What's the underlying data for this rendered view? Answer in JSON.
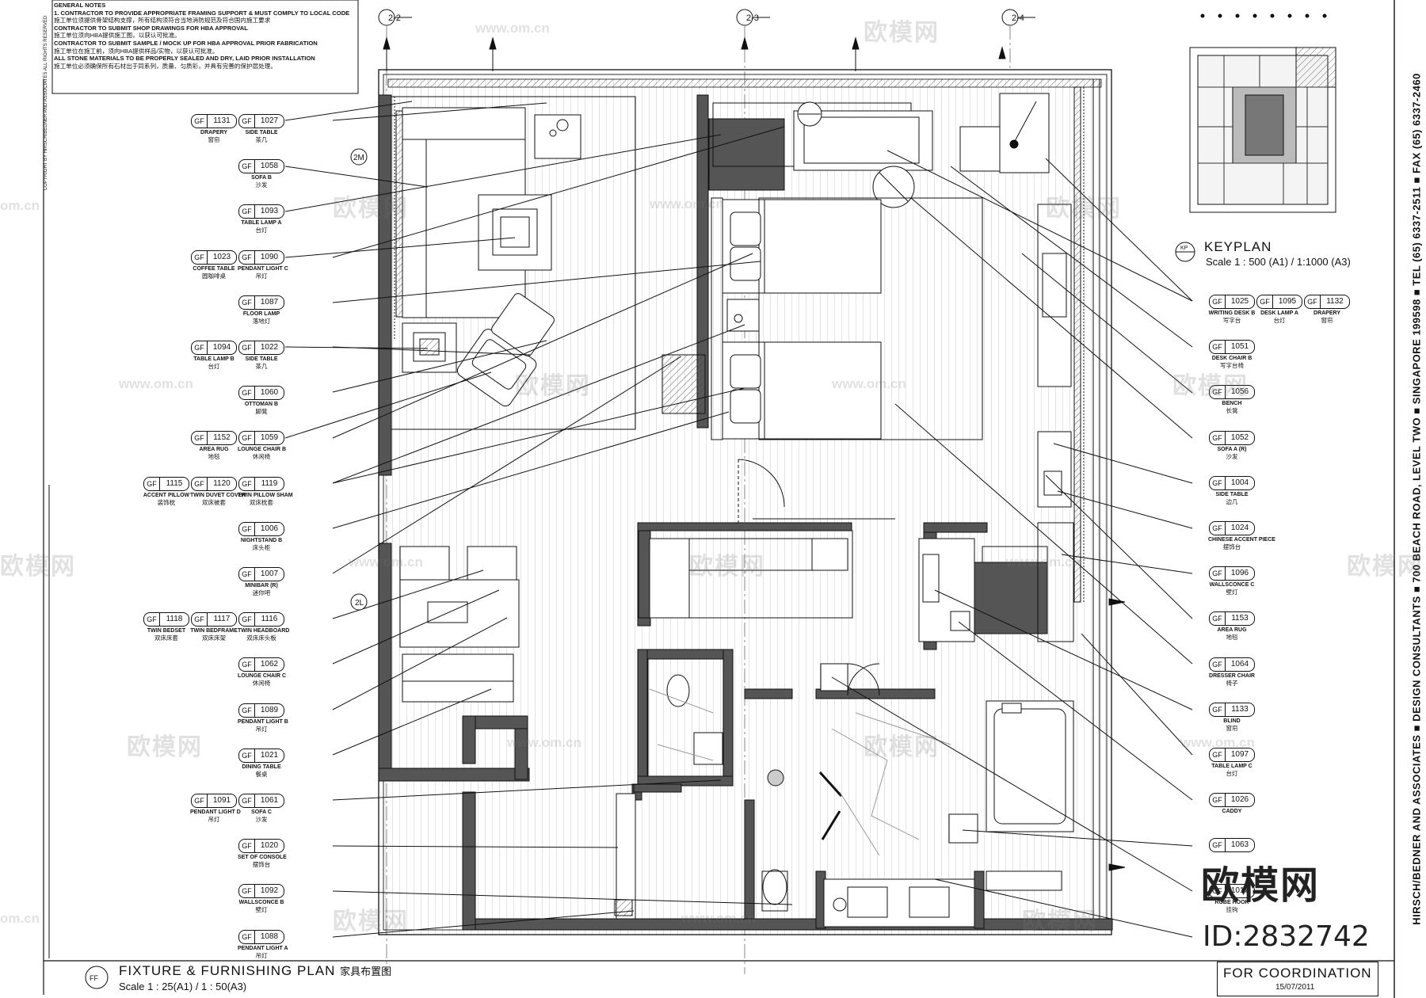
{
  "general_notes": {
    "heading": "GENERAL NOTES",
    "lines": [
      {
        "text": "1.  CONTRACTOR TO PROVIDE APPROPRIATE FRAMING SUPPORT & MUST COMPLY TO LOCAL CODE",
        "zh": "施工单位须提供骨架结构支撑，所有结构须符合当地消防规范及符合国内施工要求"
      },
      {
        "text": "CONTRACTOR TO SUBMIT SHOP DRAWINGS FOR HBA APPROVAL",
        "zh": "施工单位须向HBA提供施工图，以获认可批准。"
      },
      {
        "text": "CONTRACTOR TO SUBMIT SAMPLE / MOCK UP FOR HBA APPROVAL PRIOR FABRICATION",
        "zh": "施工单位在施工前，须向HBA提供样品/实物，以获认可批准。"
      },
      {
        "text": "ALL STONE MATERIALS TO BE PROPERLY SEALED AND DRY, LAID PRIOR INSTALLATION",
        "zh": "施工单位必须确保所有石材出于同系列，质量、匀质彩，并具有完善的保护层处理。"
      }
    ]
  },
  "copyright": "COPYRIGHT BY HIRSCH/BEDNER AND ASSOCIATES  ALL RIGHTS RESERVED",
  "grid_labels": [
    "2-2",
    "2-3",
    "2-4"
  ],
  "room_markers": [
    "2M",
    "2L"
  ],
  "tags_left": [
    {
      "pre": "GF",
      "num": "1131",
      "name": "DRAPERY",
      "zh": "窗帘"
    },
    {
      "pre": "GF",
      "num": "1027",
      "name": "SIDE TABLE",
      "zh": "茶几"
    },
    {
      "pre": "GF",
      "num": "1058",
      "name": "SOFA B",
      "zh": "沙发"
    },
    {
      "pre": "GF",
      "num": "1093",
      "name": "TABLE LAMP A",
      "zh": "台灯"
    },
    {
      "pre": "GF",
      "num": "1023",
      "name": "COFFEE TABLE",
      "zh": "圆咖啡桌"
    },
    {
      "pre": "GF",
      "num": "1090",
      "name": "PENDANT LIGHT C",
      "zh": "吊灯"
    },
    {
      "pre": "GF",
      "num": "1087",
      "name": "FLOOR LAMP",
      "zh": "落地灯"
    },
    {
      "pre": "GF",
      "num": "1094",
      "name": "TABLE LAMP B",
      "zh": "台灯"
    },
    {
      "pre": "GF",
      "num": "1022",
      "name": "SIDE TABLE",
      "zh": "茶几"
    },
    {
      "pre": "GF",
      "num": "1060",
      "name": "OTTOMAN B",
      "zh": "脚凳"
    },
    {
      "pre": "GF",
      "num": "1152",
      "name": "AREA RUG",
      "zh": "地毯"
    },
    {
      "pre": "GF",
      "num": "1059",
      "name": "LOUNGE CHAIR B",
      "zh": "休闲椅"
    },
    {
      "pre": "GF",
      "num": "1115",
      "name": "ACCENT PILLOW",
      "zh": "装饰枕"
    },
    {
      "pre": "GF",
      "num": "1120",
      "name": "TWIN DUVET COVER",
      "zh": "双床被套"
    },
    {
      "pre": "GF",
      "num": "1119",
      "name": "TWIN PILLOW SHAM",
      "zh": "双床枕套"
    },
    {
      "pre": "GF",
      "num": "1006",
      "name": "NIGHTSTAND B",
      "zh": "床头柜"
    },
    {
      "pre": "GF",
      "num": "1007",
      "name": "MINIBAR (R)",
      "zh": "迷你吧"
    },
    {
      "pre": "GF",
      "num": "1118",
      "name": "TWIN BEDSET",
      "zh": "双床床套"
    },
    {
      "pre": "GF",
      "num": "1117",
      "name": "TWIN BEDFRAME",
      "zh": "双床床架"
    },
    {
      "pre": "GF",
      "num": "1116",
      "name": "TWIN HEADBOARD",
      "zh": "双床床头板"
    },
    {
      "pre": "GF",
      "num": "1062",
      "name": "LOUNGE CHAIR C",
      "zh": "休闲椅"
    },
    {
      "pre": "GF",
      "num": "1089",
      "name": "PENDANT LIGHT B",
      "zh": "吊灯"
    },
    {
      "pre": "GF",
      "num": "1021",
      "name": "DINING TABLE",
      "zh": "餐桌"
    },
    {
      "pre": "GF",
      "num": "1091",
      "name": "PENDANT LIGHT D",
      "zh": "吊灯"
    },
    {
      "pre": "GF",
      "num": "1061",
      "name": "SOFA C",
      "zh": "沙发"
    },
    {
      "pre": "GF",
      "num": "1020",
      "name": "SET OF CONSOLE",
      "zh": "摆饰台"
    },
    {
      "pre": "GF",
      "num": "1092",
      "name": "WALLSCONCE B",
      "zh": "壁灯"
    },
    {
      "pre": "GF",
      "num": "1088",
      "name": "PENDANT LIGHT A",
      "zh": "吊灯"
    }
  ],
  "tags_right": [
    {
      "pre": "GF",
      "num": "1025",
      "name": "WRITING DESK B",
      "zh": "写字台"
    },
    {
      "pre": "GF",
      "num": "1095",
      "name": "DESK LAMP A",
      "zh": "台灯"
    },
    {
      "pre": "GF",
      "num": "1132",
      "name": "DRAPERY",
      "zh": "窗帘"
    },
    {
      "pre": "GF",
      "num": "1051",
      "name": "DESK CHAIR B",
      "zh": "写字台椅"
    },
    {
      "pre": "GF",
      "num": "1056",
      "name": "BENCH",
      "zh": "长凳"
    },
    {
      "pre": "GF",
      "num": "1052",
      "name": "SOFA A (R)",
      "zh": "沙发"
    },
    {
      "pre": "GF",
      "num": "1004",
      "name": "SIDE TABLE",
      "zh": "边几"
    },
    {
      "pre": "GF",
      "num": "1024",
      "name": "CHINESE ACCENT PIECE",
      "zh": "摆饰台"
    },
    {
      "pre": "GF",
      "num": "1096",
      "name": "WALLSCONCE C",
      "zh": "壁灯"
    },
    {
      "pre": "GF",
      "num": "1153",
      "name": "AREA RUG",
      "zh": "地毯"
    },
    {
      "pre": "GF",
      "num": "1064",
      "name": "DRESSER CHAIR",
      "zh": "椅子"
    },
    {
      "pre": "GF",
      "num": "1133",
      "name": "BLIND",
      "zh": "窗帘"
    },
    {
      "pre": "GF",
      "num": "1097",
      "name": "TABLE LAMP C",
      "zh": "台灯"
    },
    {
      "pre": "GF",
      "num": "1026",
      "name": "CADDY",
      "zh": ""
    },
    {
      "pre": "GF",
      "num": "1063",
      "name": "",
      "zh": ""
    },
    {
      "pre": "GF",
      "num": "1017",
      "name": "ROBE HOOK",
      "zh": "挂钩"
    }
  ],
  "keyplan": {
    "badge": "KP",
    "title": "KEYPLAN",
    "scale": "Scale 1 : 500 (A1) / 1:1000 (A3)"
  },
  "plan": {
    "badge": "FF",
    "title": "FIXTURE & FURNISHING PLAN",
    "title_zh": "家具布置图",
    "scale": "Scale 1 : 25(A1) / 1 : 50(A3)"
  },
  "coordination": {
    "title": "FOR COORDINATION",
    "date": "15/07/2011"
  },
  "vertical_strip": "HIRSCH/BEDNER AND ASSOCIATES  ■  DESIGN CONSULTANTS  ■  700 BEACH ROAD, LEVEL TWO  ■  SINGAPORE 199598  ■  TEL (65) 6337-2511  ■  FAX (65) 6337-2460",
  "watermark": {
    "zh": "欧模网",
    "url": "www.om.cn",
    "short": "om.cn"
  },
  "brand": {
    "logo": "欧模网",
    "id": "ID:2832742"
  },
  "colors": {
    "line": "#111111",
    "wall": "#555555",
    "hatch": "#9a9a9a"
  }
}
